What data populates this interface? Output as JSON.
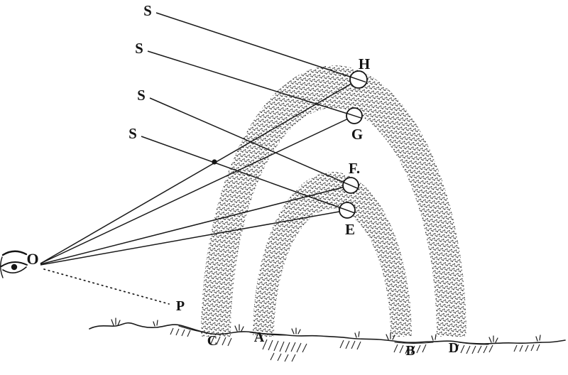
{
  "figure": {
    "background": "#ffffff",
    "ink": "#1a1a1a",
    "labels": {
      "sun_rays": [
        "S",
        "S",
        "S",
        "S"
      ],
      "drops": [
        "H",
        "G",
        "F.",
        "E"
      ],
      "eye": "O",
      "horizon_point": "P",
      "ground_points": [
        "C",
        "A",
        "B",
        "D"
      ]
    }
  }
}
